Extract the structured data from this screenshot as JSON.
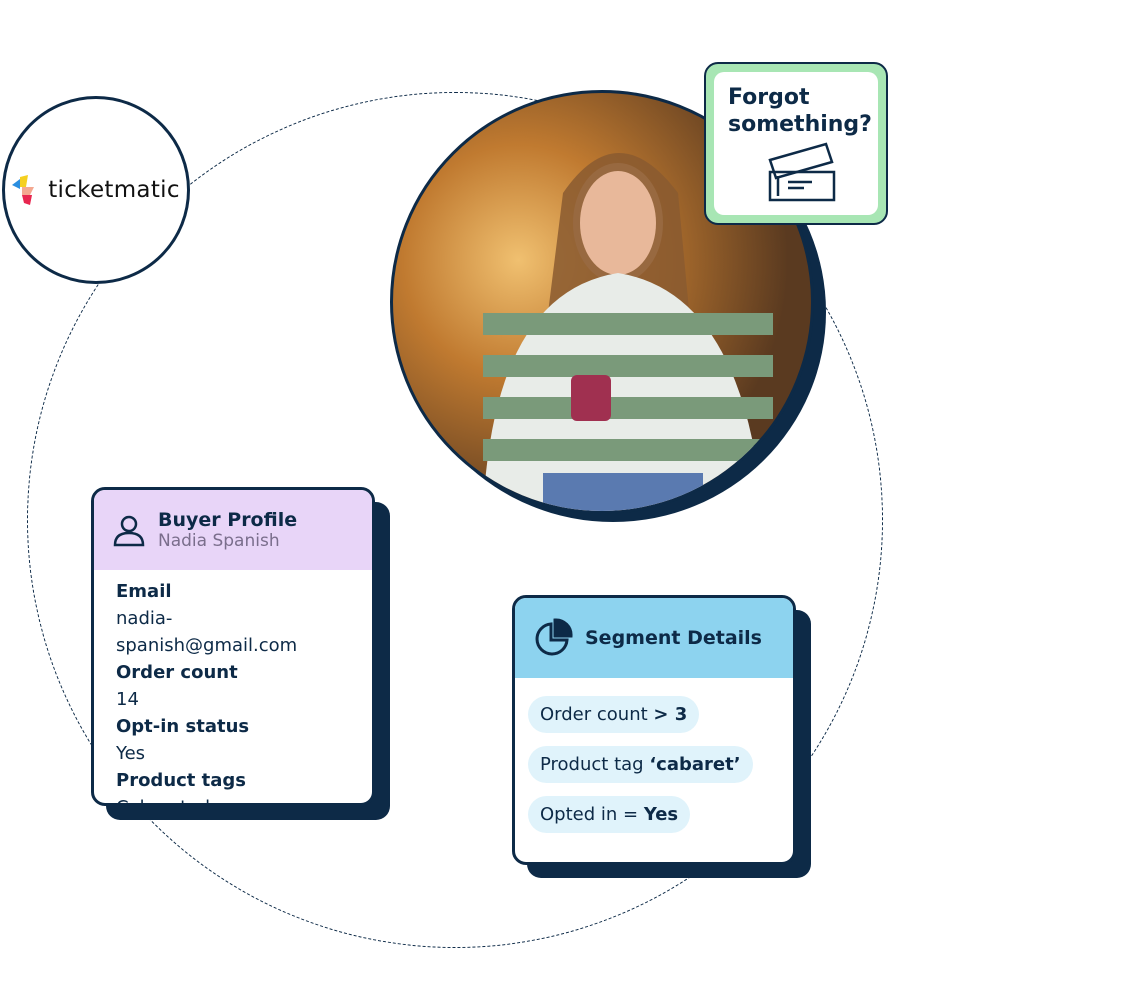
{
  "logo": {
    "text": "ticketmatic"
  },
  "notification": {
    "title_line1": "Forgot",
    "title_line2": "something?",
    "icon": "tickets-icon"
  },
  "buyer_profile": {
    "title": "Buyer Profile",
    "name": "Nadia Spanish",
    "icon": "user-icon",
    "header_color": "#e8d5f8",
    "fields": [
      {
        "label": "Email",
        "value": "nadia-spanish@gmail.com"
      },
      {
        "label": "Order count",
        "value": "14"
      },
      {
        "label": "Opt-in status",
        "value": "Yes"
      },
      {
        "label": "Product tags",
        "value": "Cabaret, dance"
      }
    ]
  },
  "segment": {
    "title": "Segment Details",
    "icon": "pie-chart-icon",
    "header_color": "#8dd3ef",
    "rules": [
      {
        "text": "Order count",
        "bold": "> 3"
      },
      {
        "text": "Product tag",
        "bold": "‘cabaret’"
      },
      {
        "text": "Opted in =",
        "bold": "Yes"
      }
    ]
  }
}
